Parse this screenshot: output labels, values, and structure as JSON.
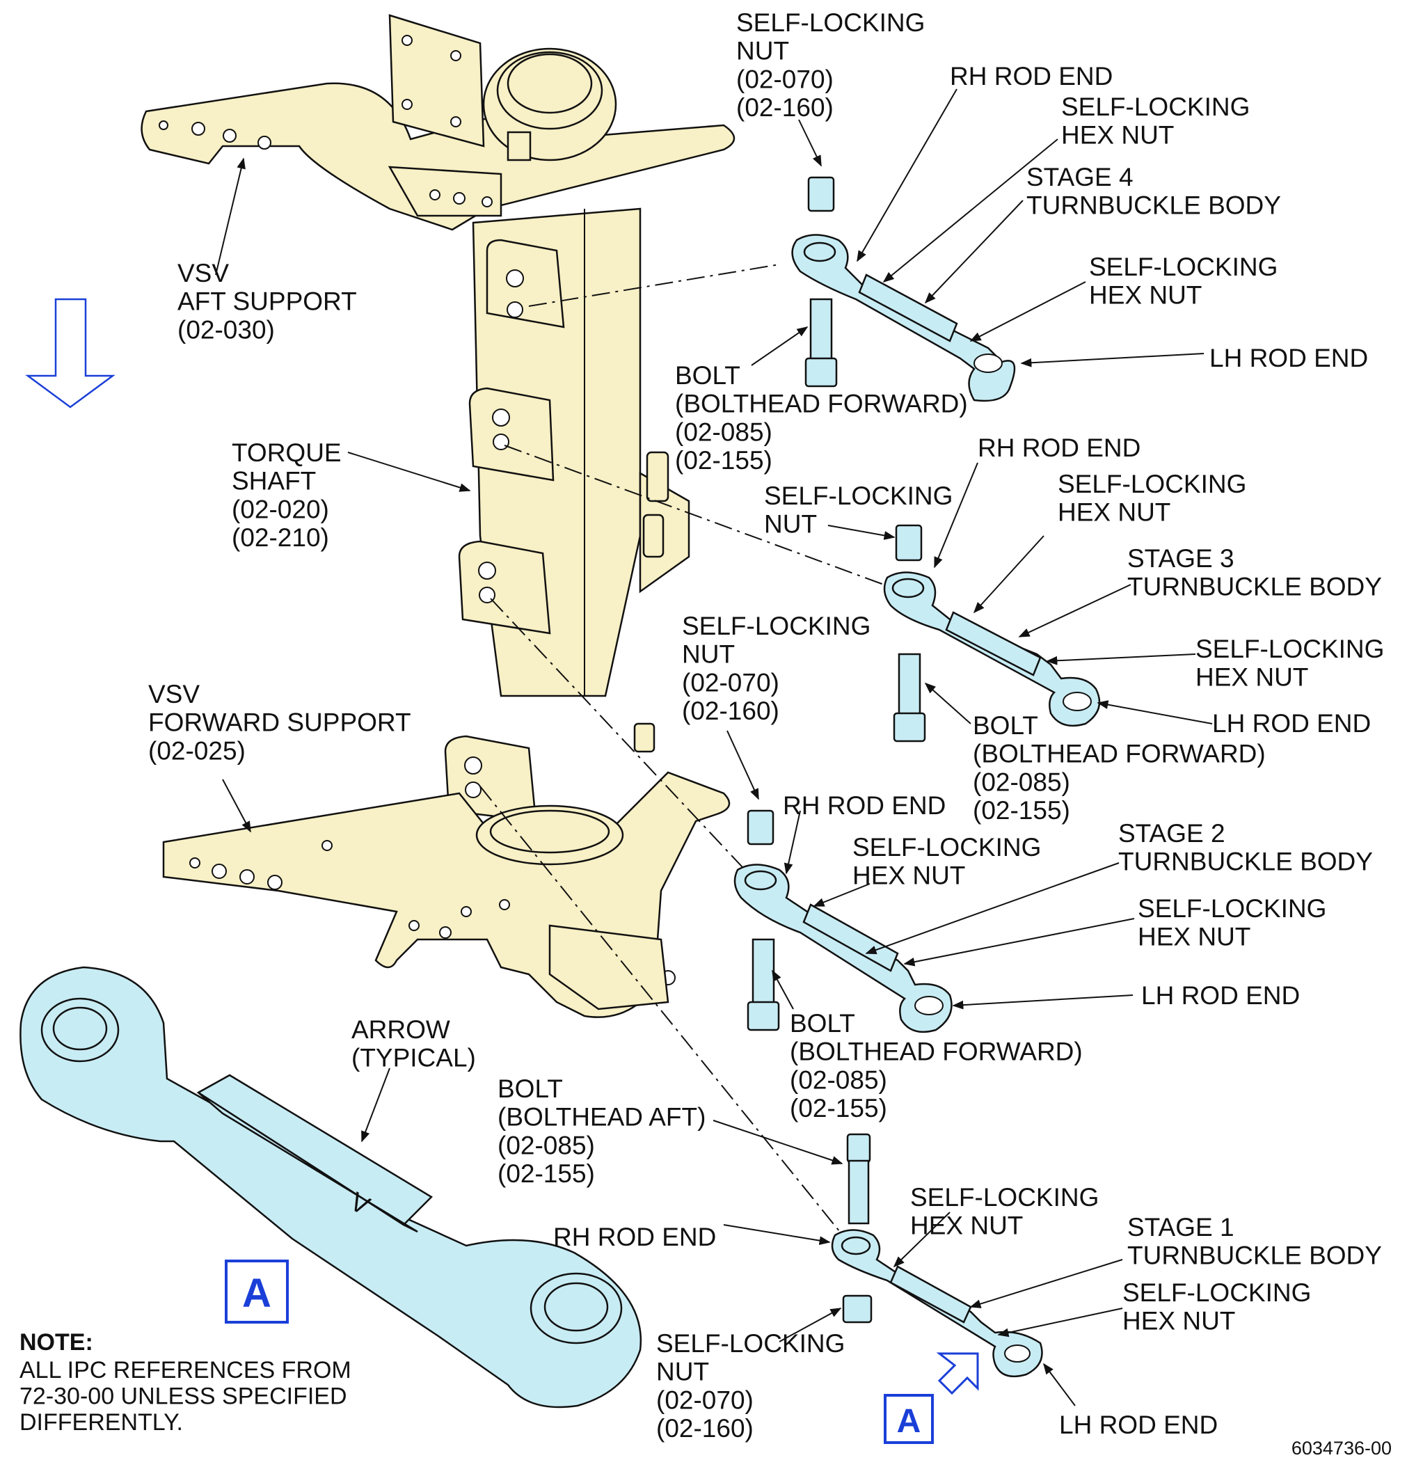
{
  "labels": {
    "s4_nut": [
      "SELF-LOCKING",
      "NUT",
      "(02-070)",
      "(02-160)"
    ],
    "s4_rh_rod_end": "RH ROD END",
    "s4_hex_nut_a": [
      "SELF-LOCKING",
      "HEX NUT"
    ],
    "s4_body": [
      "STAGE 4",
      "TURNBUCKLE BODY"
    ],
    "s4_hex_nut_b": [
      "SELF-LOCKING",
      "HEX NUT"
    ],
    "s4_lh_rod_end": "LH ROD END",
    "s4_bolt": [
      "BOLT",
      "(BOLTHEAD FORWARD)",
      "(02-085)",
      "(02-155)"
    ],
    "aft_support": [
      "VSV",
      "AFT SUPPORT",
      "(02-030)"
    ],
    "fwd_arrow": "FWD",
    "torque_shaft": [
      "TORQUE",
      "SHAFT",
      "(02-020)",
      "(02-210)"
    ],
    "s3_rh_rod_end": "RH ROD END",
    "s3_nut": [
      "SELF-LOCKING",
      "NUT"
    ],
    "s3_hex_nut_a": [
      "SELF-LOCKING",
      "HEX NUT"
    ],
    "s3_body": [
      "STAGE 3",
      "TURNBUCKLE BODY"
    ],
    "s3_hex_nut_b": [
      "SELF-LOCKING",
      "HEX NUT"
    ],
    "s3_lh_rod_end": "LH ROD END",
    "s3_bolt": [
      "BOLT",
      "(BOLTHEAD FORWARD)",
      "(02-085)",
      "(02-155)"
    ],
    "s2_nut": [
      "SELF-LOCKING",
      "NUT",
      "(02-070)",
      "(02-160)"
    ],
    "s2_rh_rod_end": "RH ROD END",
    "s2_hex_nut_a": [
      "SELF-LOCKING",
      "HEX NUT"
    ],
    "s2_body": [
      "STAGE 2",
      "TURNBUCKLE BODY"
    ],
    "s2_hex_nut_b": [
      "SELF-LOCKING",
      "HEX NUT"
    ],
    "s2_lh_rod_end": "LH ROD END",
    "s2_bolt": [
      "BOLT",
      "(BOLTHEAD FORWARD)",
      "(02-085)",
      "(02-155)"
    ],
    "fwd_support": [
      "VSV",
      "FORWARD SUPPORT",
      "(02-025)"
    ],
    "arrow_typical": [
      "ARROW",
      "(TYPICAL)"
    ],
    "s1_bolt": [
      "BOLT",
      "(BOLTHEAD AFT)",
      "(02-085)",
      "(02-155)"
    ],
    "s1_rh_rod_end": "RH ROD END",
    "s1_hex_nut_a": [
      "SELF-LOCKING",
      "HEX NUT"
    ],
    "s1_body": [
      "STAGE 1",
      "TURNBUCKLE BODY"
    ],
    "s1_hex_nut_b": [
      "SELF-LOCKING",
      "HEX NUT"
    ],
    "s1_nut": [
      "SELF-LOCKING",
      "NUT",
      "(02-070)",
      "(02-160)"
    ],
    "s1_lh_rod_end": "LH ROD END"
  },
  "detail_marker": "A",
  "detail_turnbuckle_marking": "V",
  "note": {
    "heading": "NOTE:",
    "lines": [
      "ALL IPC REFERENCES FROM",
      "72-30-00 UNLESS SPECIFIED",
      "DIFFERENTLY."
    ]
  },
  "figure_number": "6034736-00",
  "colors": {
    "structure_fill": "#f8f0c6",
    "rod_fill": "#c8ecf4",
    "annotation_blue": "#1a3fd8",
    "line": "#111111"
  }
}
